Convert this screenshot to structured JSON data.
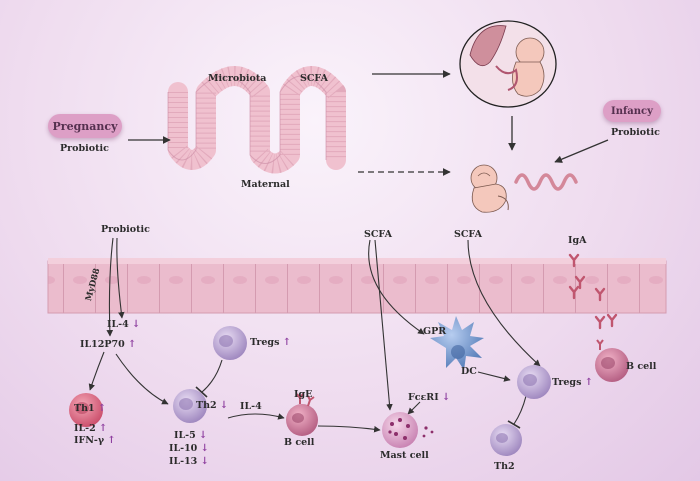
{
  "top": {
    "pregnancy": "Pregnancy",
    "pregnancy_probiotic": "Probiotic",
    "microbiota": "Microbiota",
    "scfa": "SCFA",
    "maternal": "Maternal",
    "infancy": "Infancy",
    "infancy_probiotic": "Probiotic"
  },
  "bottom": {
    "probiotic": "Probiotic",
    "myd88": "MyD88",
    "il4": "IL-4",
    "il12p70": "IL12P70",
    "th1": "Th1",
    "il2": "IL-2",
    "ifn": "IFN-γ",
    "tregs_left": "Tregs",
    "th2_left": "Th2",
    "il4_arrow": "IL-4",
    "il5": "IL-5",
    "il10": "IL-10",
    "il13": "IL-13",
    "ige": "IgE",
    "b_cell_left": "B cell",
    "fceri": "FcεRI",
    "mast_cell": "Mast cell",
    "scfa_mid": "SCFA",
    "gpr": "GPR",
    "dc": "DC",
    "scfa_right": "SCFA",
    "tregs_right": "Tregs",
    "th2_right": "Th2",
    "iga": "IgA",
    "b_cell_right": "B cell"
  },
  "colors": {
    "pill": "#dd9fc6",
    "epithelium": "#e9b5c8",
    "intestine": "#f2bccb",
    "th1_cell": "#d9607a",
    "lymphocyte": "#b9a2cf",
    "dc_cell": "#6f95c9",
    "mast_cell": "#c77fb0",
    "up_arrow": "#8e3f9f"
  }
}
